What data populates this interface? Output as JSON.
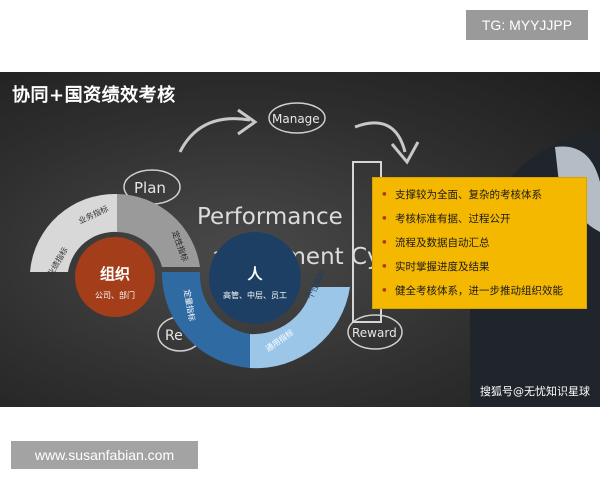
{
  "overlay": {
    "top_right_label": "TG: MYYJJPP",
    "bottom_left_label": "www.susanfabian.com"
  },
  "slide": {
    "title": "协同+国资绩效考核",
    "chalk_words": {
      "manage": "Manage",
      "plan": "Plan",
      "performance": "Performance",
      "cycle": "anagement Cycle",
      "reward": "Reward",
      "re": "Re"
    },
    "org_circle": {
      "title": "组织",
      "subtitle": "公司、部门"
    },
    "person_circle": {
      "title": "人",
      "subtitle": "高管、中层、员工"
    },
    "arc_labels": {
      "performance_indicator": "业绩指标",
      "business_indicator": "业务指标",
      "qualitative_indicator": "定性指标",
      "quantitative_indicator": "定量指标",
      "general_indicator": "通用指标",
      "personal_indicator": "个性指标"
    },
    "bullets": [
      "支撑较为全面、复杂的考核体系",
      "考核标准有据、过程公开",
      "流程及数据自动汇总",
      "实时掌握进度及结果",
      "健全考核体系，进一步推动组织效能"
    ],
    "bullet_symbol": "•",
    "watermark": "搜狐号@无忧知识星球"
  },
  "colors": {
    "panel": "#f5b800",
    "org_circle": "#a33d1a",
    "person_circle": "#1d3f63",
    "arc_gray_light": "#d8d8d8",
    "arc_gray_dark": "#9a9a9a",
    "arc_blue_light": "#9cc6e8",
    "arc_blue_dark": "#2f6aa3"
  },
  "icons": {
    "bullet": "bullet-dot-icon",
    "arrow": "chalk-arrow-icon"
  }
}
